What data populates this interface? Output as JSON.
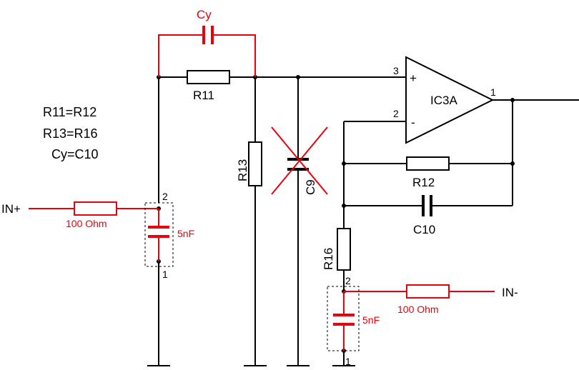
{
  "colors": {
    "wire": "#000000",
    "highlight": "#e8000b"
  },
  "opamp": {
    "name": "IC3A",
    "pin_plus": "3",
    "pin_minus": "2",
    "pin_out": "1",
    "plus_sign": "+",
    "minus_sign": "-"
  },
  "components": {
    "cy": "Cy",
    "r11": "R11",
    "r13": "R13",
    "c9": "C9",
    "r12": "R12",
    "c10": "C10",
    "r16": "R16"
  },
  "equations": [
    "R11=R12",
    "R13=R16",
    "Cy=C10"
  ],
  "inputs": {
    "in_plus": "IN+",
    "in_minus": "IN-",
    "resistor_plus": "100 Ohm",
    "resistor_minus": "100 Ohm",
    "cap_plus": "5nF",
    "cap_minus": "5nF",
    "cap_plus_pin_top": "2",
    "cap_plus_pin_bottom": "1",
    "cap_minus_pin_top": "2",
    "cap_minus_pin_bottom": "1"
  }
}
